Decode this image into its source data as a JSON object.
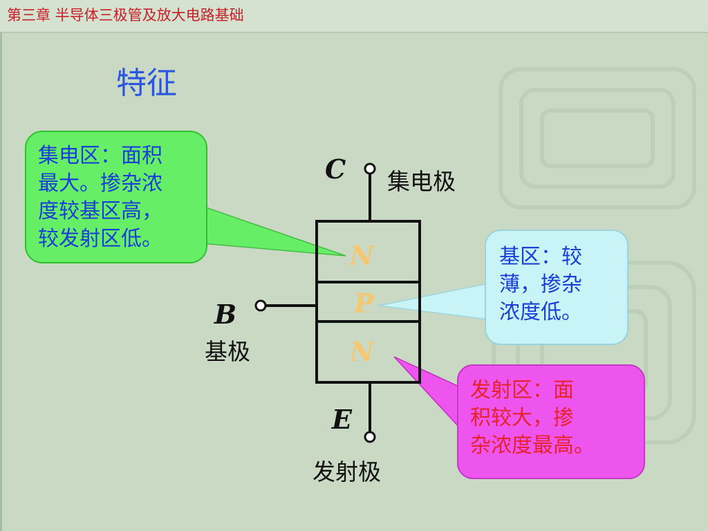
{
  "header": {
    "chapter_title": "第三章  半导体三极管及放大电路基础"
  },
  "section": {
    "title": "特征"
  },
  "diagram": {
    "terminals": {
      "collector": {
        "letter": "C",
        "name": "集电极"
      },
      "base": {
        "letter": "B",
        "name": "基极"
      },
      "emitter": {
        "letter": "E",
        "name": "发射极"
      }
    },
    "regions": [
      {
        "letter": "N"
      },
      {
        "letter": "P"
      },
      {
        "letter": "N"
      }
    ],
    "callouts": {
      "collector_region": {
        "lines": [
          "集电区：面积",
          "最大。掺杂浓",
          "度较基区高，",
          "较发射区低。"
        ],
        "fill": "#66ee66",
        "text_color": "#1a3fd8"
      },
      "base_region": {
        "lines": [
          "基区：较",
          "薄，掺杂",
          "浓度低。"
        ],
        "fill": "#c8f4f8",
        "text_color": "#1a3fd8"
      },
      "emitter_region": {
        "lines": [
          "发射区：面",
          "积较大，掺",
          "杂浓度最高。"
        ],
        "fill": "#ee55ee",
        "text_color": "#e8222a"
      }
    }
  },
  "colors": {
    "chapter_title": "#c8202a",
    "section_title": "#2a55e0",
    "region_letters": "#f5c770"
  }
}
